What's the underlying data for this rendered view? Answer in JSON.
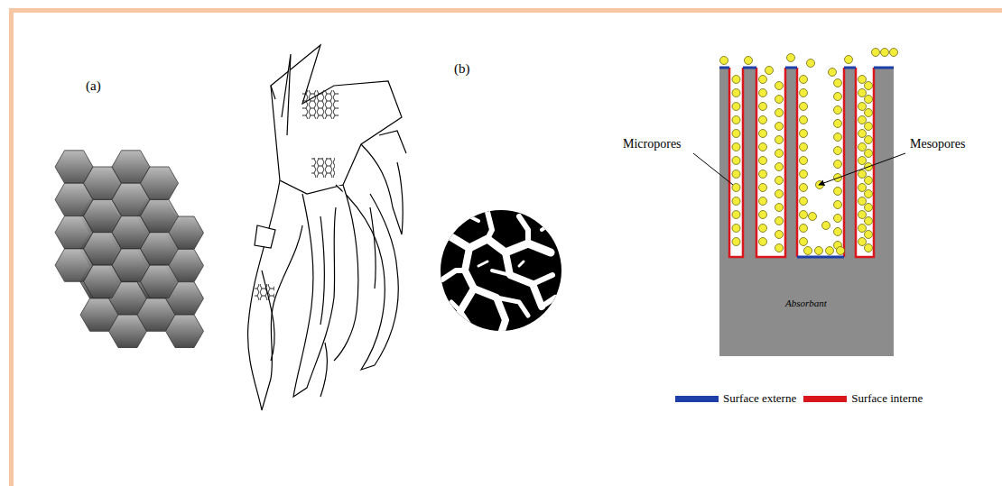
{
  "diagram": {
    "labels": [
      "(a)",
      "(b)",
      "Micropores",
      "Mesopores",
      "Absorbant"
    ],
    "legend": [
      {
        "text": "Surface externe",
        "color": "#1f3fa8"
      },
      {
        "text": "Surface interne",
        "color": "#d9161b"
      }
    ]
  }
}
